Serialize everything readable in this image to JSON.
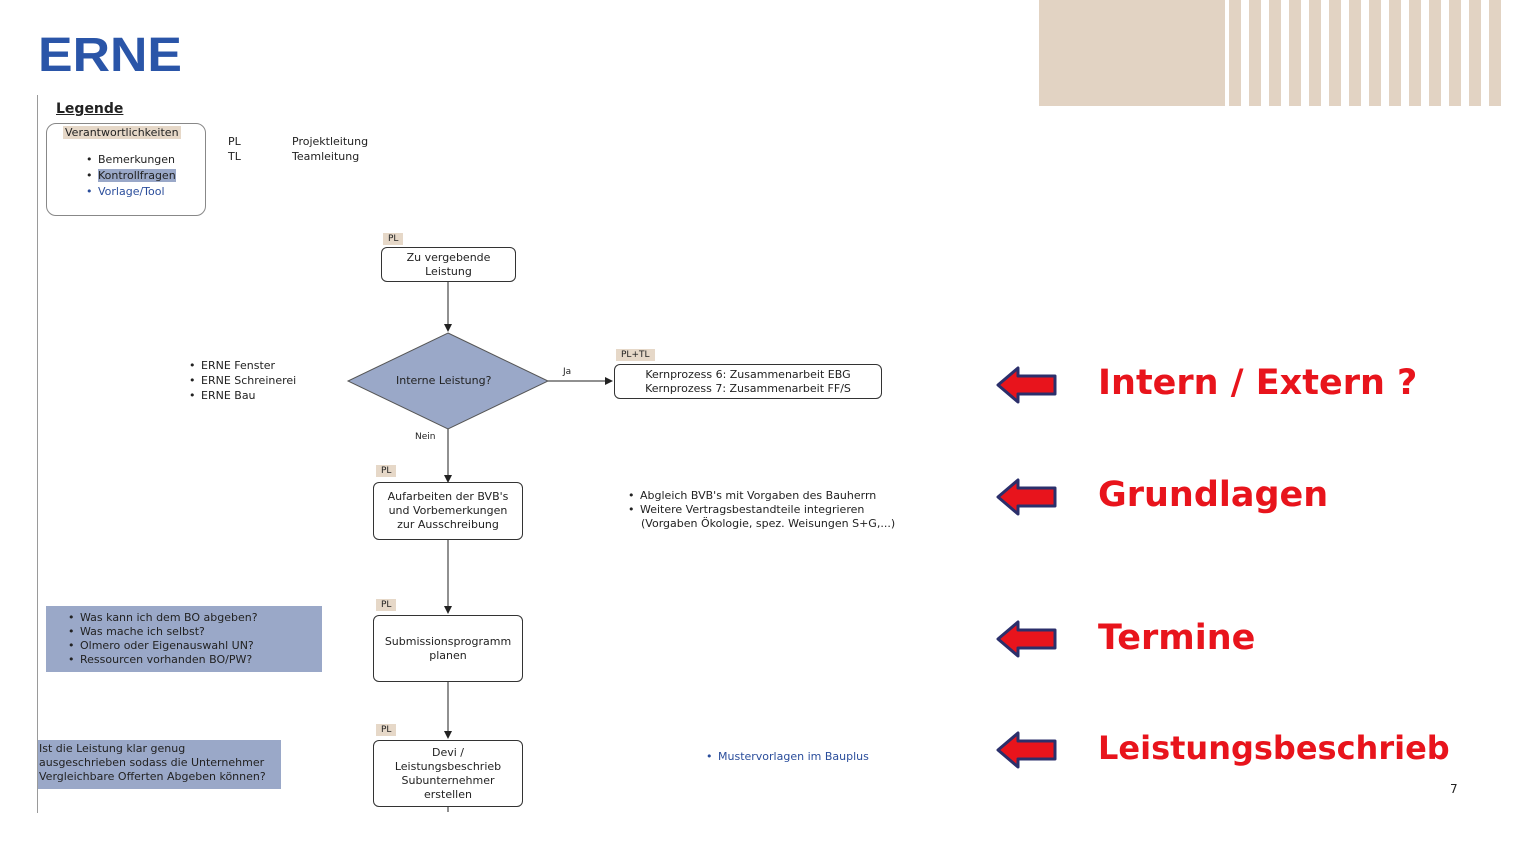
{
  "brand": {
    "logo_text": "ERNE",
    "logo_color": "#2a55a8"
  },
  "legend": {
    "title": "Legende",
    "responsibilities": "Verantwortlichkeiten",
    "items": [
      "Bemerkungen",
      "Kontrollfragen",
      "Vorlage/Tool"
    ],
    "abbreviations": [
      {
        "abbr": "PL",
        "meaning": "Projektleitung"
      },
      {
        "abbr": "TL",
        "meaning": "Teamleitung"
      }
    ]
  },
  "flow": {
    "step1": {
      "tag": "PL",
      "line1": "Zu vergebende",
      "line2": "Leistung"
    },
    "decision": {
      "label": "Interne Leistung?",
      "yes": "Ja",
      "no": "Nein"
    },
    "internal": {
      "tag": "PL+TL",
      "line1": "Kernprozess 6: Zusammenarbeit EBG",
      "line2": "Kernprozess 7: Zusammenarbeit FF/S"
    },
    "internal_notes": [
      "ERNE Fenster",
      "ERNE Schreinerei",
      "ERNE Bau"
    ],
    "step2": {
      "tag": "PL",
      "line1": "Aufarbeiten der BVB's",
      "line2": "und Vorbemerkungen",
      "line3": "zur Ausschreibung"
    },
    "step2_notes": [
      "Abgleich BVB's mit Vorgaben des Bauherrn",
      "Weitere Vertragsbestandteile integrieren",
      "(Vorgaben Ökologie, spez. Weisungen S+G,...)"
    ],
    "step3": {
      "tag": "PL",
      "line1": "Submissionsprogramm",
      "line2": "planen"
    },
    "step3_questions": [
      "Was kann ich dem BO abgeben?",
      "Was mache ich selbst?",
      "Olmero oder Eigenauswahl UN?",
      "Ressourcen vorhanden BO/PW?"
    ],
    "step4": {
      "tag": "PL",
      "line1": "Devi /",
      "line2": "Leistungsbeschrieb",
      "line3": "Subunternehmer",
      "line4": "erstellen"
    },
    "step4_question": [
      "Ist die Leistung klar genug",
      "ausgeschrieben sodass die Unternehmer",
      "Vergleichbare Offerten Abgeben können?"
    ],
    "step4_tool": "Mustervorlagen im Bauplus"
  },
  "highlights": [
    "Intern / Extern ?",
    "Grundlagen",
    "Termine",
    "Leistungsbeschrieb"
  ],
  "colors": {
    "accent_red": "#e8141c",
    "arrow_outline": "#2b2f6b",
    "question_fill": "#9aa8c8",
    "tag_fill": "#e6d8c8",
    "deco_fill": "#e2d3c3"
  },
  "page_number": "7"
}
